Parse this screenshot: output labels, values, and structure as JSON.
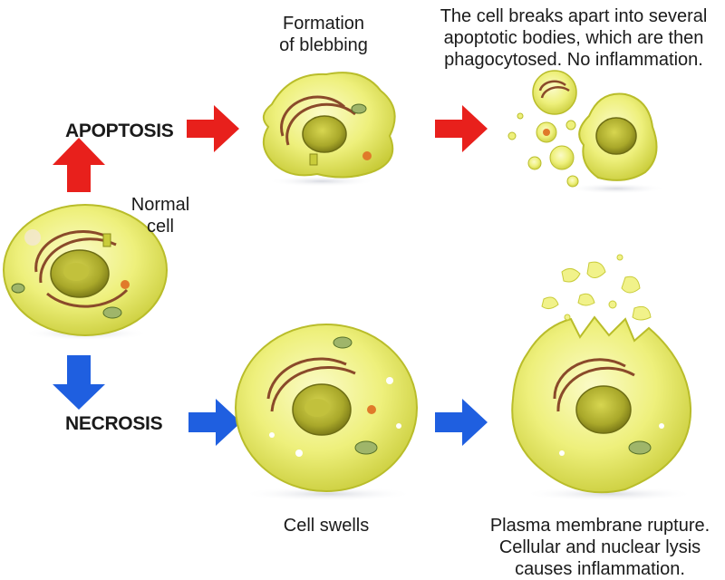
{
  "labels": {
    "apoptosis": "APOPTOSIS",
    "necrosis": "NECROSIS",
    "normal_cell": [
      "Normal",
      "cell"
    ],
    "blebbing": [
      "Formation",
      "of blebbing"
    ],
    "apoptotic_bodies": [
      "The cell breaks apart into several",
      "apoptotic bodies, which are then",
      "phagocytosed.  No inflammation."
    ],
    "cell_swells": "Cell swells",
    "rupture": [
      "Plasma membrane rupture.",
      "Cellular and nuclear lysis",
      "causes inflammation."
    ]
  },
  "colors": {
    "apoptosis_arrow": "#e8201c",
    "necrosis_arrow": "#1f5fe0",
    "cytoplasm": "#e6e868",
    "membrane": "#b9bd2a",
    "nucleus": "#8f8e1e",
    "organelle": "#8a4a2a"
  }
}
